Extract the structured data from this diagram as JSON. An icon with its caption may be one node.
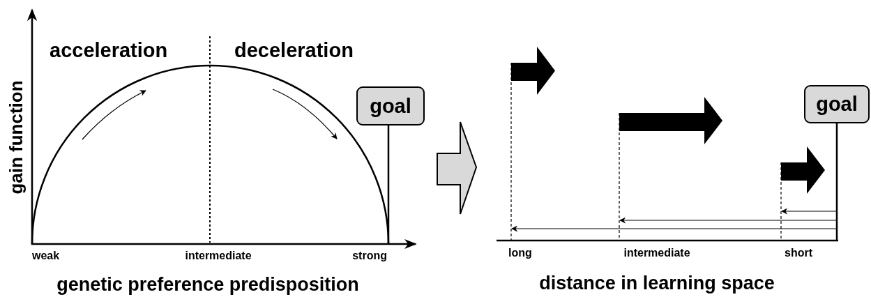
{
  "diagram": {
    "nodes": [
      {
        "text": [
          "goal"
        ]
      },
      {
        "text": [
          "goal"
        ]
      }
    ],
    "edges": [],
    "labels": [
      "acceleration",
      "deceleration",
      "gain function",
      "weak",
      "intermediate",
      "strong",
      "genetic preference predisposition",
      "long",
      "intermediate",
      "short",
      "distance in learning space"
    ]
  }
}
